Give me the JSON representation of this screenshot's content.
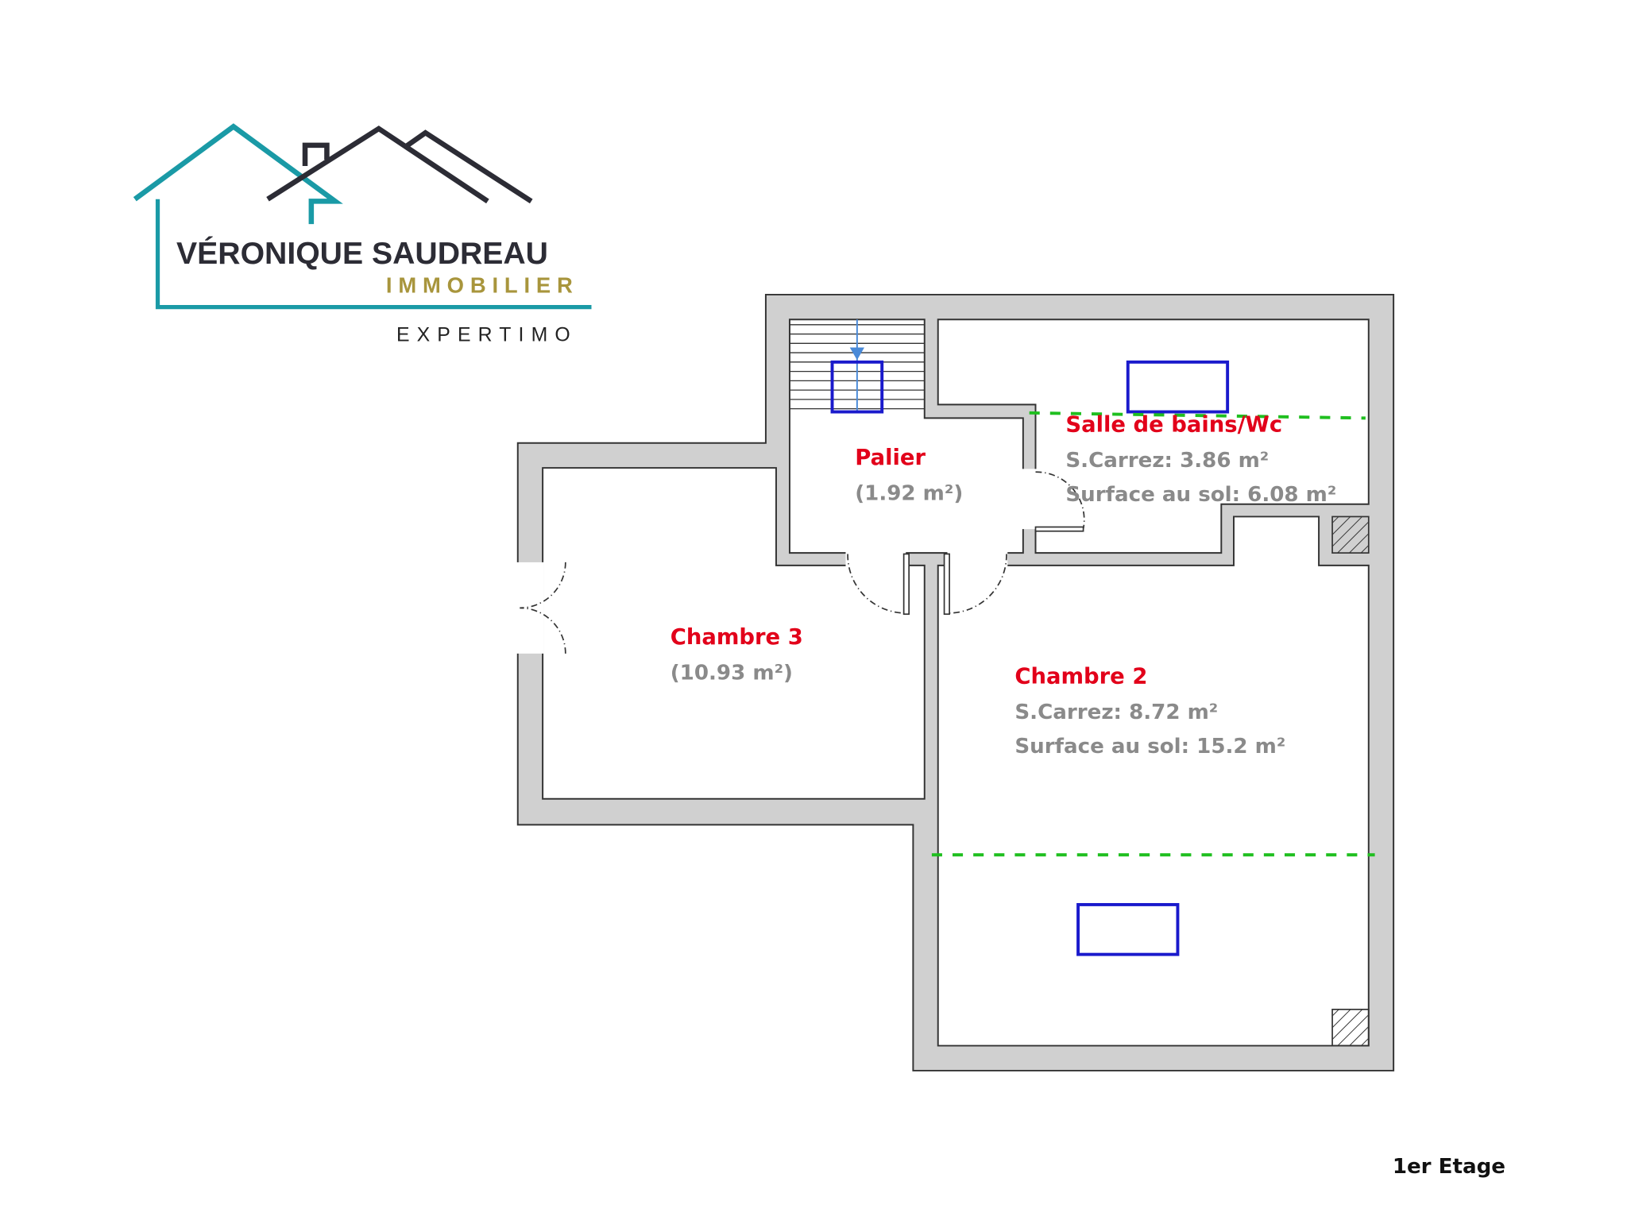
{
  "logo": {
    "name": "VÉRONIQUE SAUDREAU",
    "subtitle": "IMMOBILIER",
    "tagline": "EXPERTIMO"
  },
  "rooms": {
    "palier": {
      "name": "Palier",
      "area": "(1.92 m²)"
    },
    "chambre3": {
      "name": "Chambre 3",
      "area": "(10.93 m²)"
    },
    "salle": {
      "name": "Salle de bains/Wc",
      "carrez": "S.Carrez: 3.86 m²",
      "sol": "Surface au sol: 6.08 m²"
    },
    "chambre2": {
      "name": "Chambre 2",
      "carrez": "S.Carrez: 8.72 m²",
      "sol": "Surface au sol: 15.2 m²"
    }
  },
  "floor_label": "1er Etage",
  "colors": {
    "wall": "#d0d0d0",
    "room_label": "#e2001a",
    "area_label": "#8a8a8a",
    "window": "#1a1acc",
    "height_line": "#1fbf1f",
    "logo_teal": "#1a9aa6",
    "logo_gold": "#a8953c"
  }
}
